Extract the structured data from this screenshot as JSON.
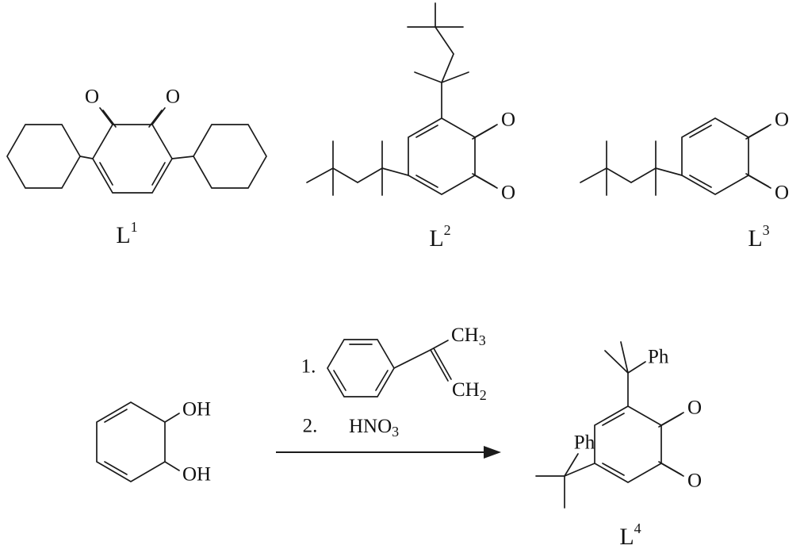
{
  "figure": {
    "background": "#ffffff",
    "line_color": "#1b1b1b",
    "description": "Chemical scheme of o-quinone ligands L1-L4 and synthesis of L4"
  },
  "structures": {
    "L1": {
      "label": {
        "base": "L",
        "sup": "1"
      },
      "o_left": "O",
      "o_right": "O"
    },
    "L2": {
      "label": {
        "base": "L",
        "sup": "2"
      },
      "o_upper": "O",
      "o_lower": "O"
    },
    "L3": {
      "label": {
        "base": "L",
        "sup": "3"
      },
      "o_upper": "O",
      "o_lower": "O"
    },
    "L4": {
      "label": {
        "base": "L",
        "sup": "4"
      },
      "o_upper": "O",
      "o_lower": "O",
      "ph_upper": "Ph",
      "ph_left": "Ph"
    },
    "diol": {
      "oh_upper": "OH",
      "oh_lower": "OH"
    }
  },
  "reaction": {
    "step1_label": "1.",
    "step2_label": "2.",
    "alpha_methylstyrene": {
      "ch3": {
        "base": "CH",
        "sub": "3"
      },
      "ch2": {
        "base": "CH",
        "sub": "2"
      }
    },
    "hno3": {
      "base": "HNO",
      "sub": "3"
    }
  }
}
